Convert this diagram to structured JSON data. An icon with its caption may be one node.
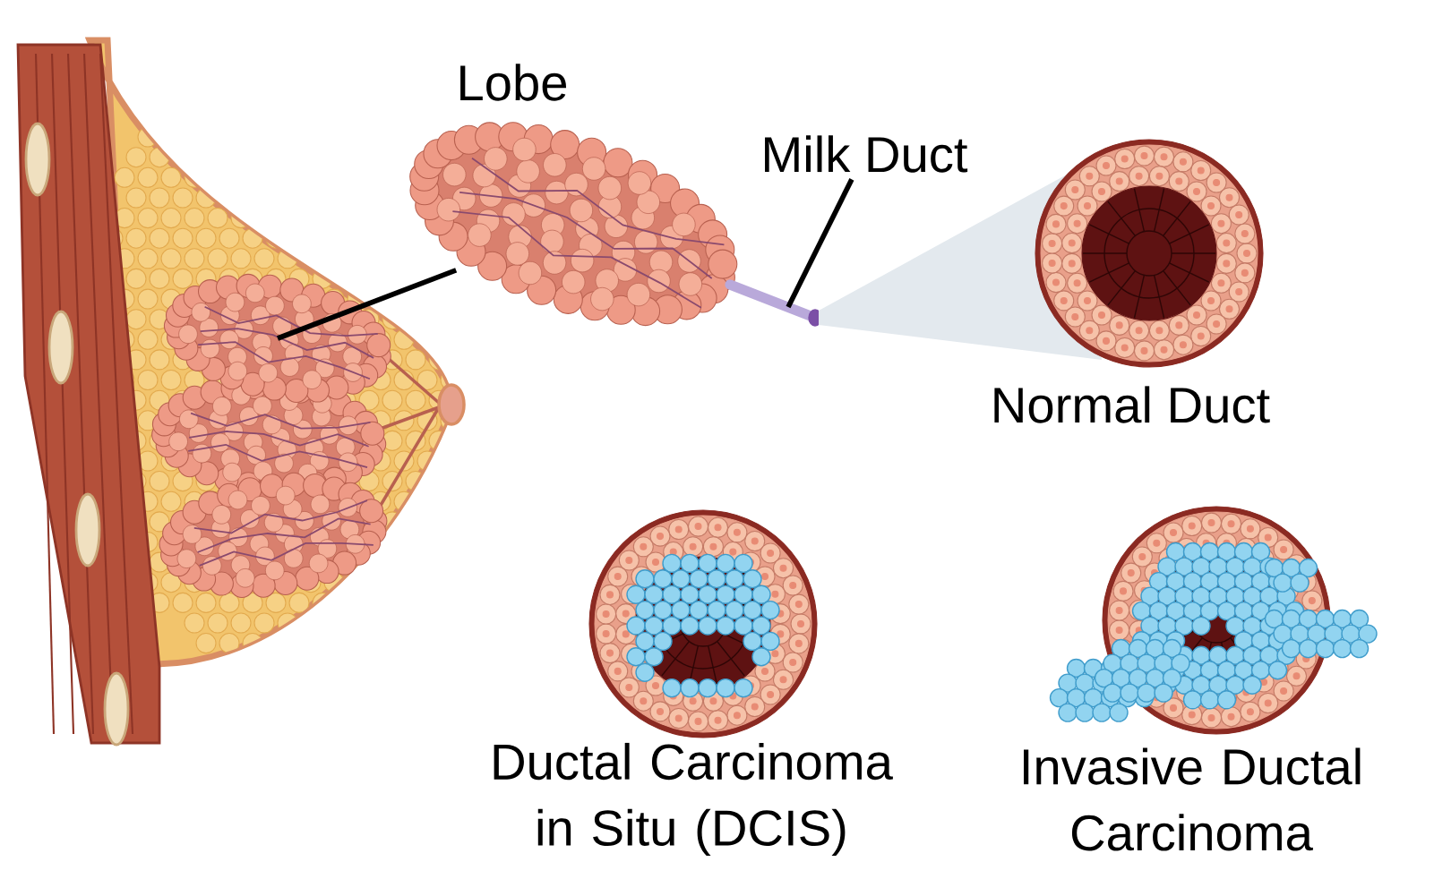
{
  "diagram": {
    "nodes": [
      {
        "text": [],
        "shape": "picture"
      },
      {
        "text": [],
        "shape": "picture",
        "beside": [
          "Lobe"
        ]
      },
      {
        "text": [
          "Milk Duct"
        ]
      },
      {
        "text": [],
        "shape": "picture"
      },
      {
        "text": [],
        "shape": "picture",
        "beside": [
          "Normal Duct"
        ]
      },
      {
        "text": [],
        "shape": "picture",
        "beside": [
          "Ductal Carcinoma in Situ (DCIS)"
        ]
      },
      {
        "text": [],
        "shape": "picture",
        "beside": [
          "Invasive Ductal Carcinoma"
        ]
      }
    ],
    "edges": [
      {
        "from": 1,
        "to": 0,
        "arrow": "none"
      },
      {
        "from": 2,
        "to": 3,
        "arrow": "none"
      }
    ]
  }
}
